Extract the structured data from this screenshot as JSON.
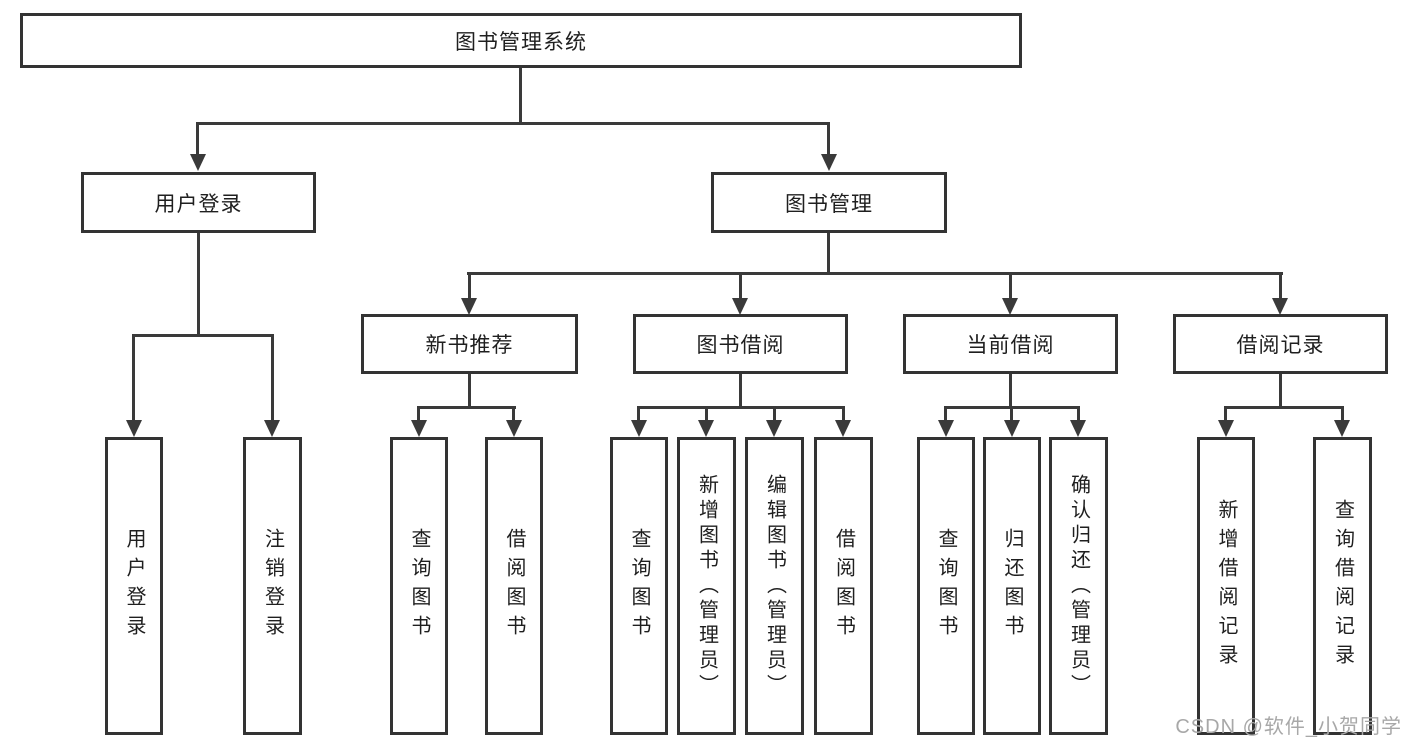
{
  "diagram": {
    "title": "图书管理系统",
    "branches": {
      "user_login": {
        "label": "用户登录",
        "children": [
          {
            "label": "用户登录"
          },
          {
            "label": "注销登录"
          }
        ]
      },
      "book_management": {
        "label": "图书管理",
        "sections": [
          {
            "label": "新书推荐",
            "children": [
              {
                "label": "查询图书"
              },
              {
                "label": "借阅图书"
              }
            ]
          },
          {
            "label": "图书借阅",
            "children": [
              {
                "label": "查询图书"
              },
              {
                "label": "新增图书（管理员）"
              },
              {
                "label": "编辑图书（管理员）"
              },
              {
                "label": "借阅图书"
              }
            ]
          },
          {
            "label": "当前借阅",
            "children": [
              {
                "label": "查询图书"
              },
              {
                "label": "归还图书"
              },
              {
                "label": "确认归还（管理员）"
              }
            ]
          },
          {
            "label": "借阅记录",
            "children": [
              {
                "label": "新增借阅记录"
              },
              {
                "label": "查询借阅记录"
              }
            ]
          }
        ]
      }
    },
    "watermark": "CSDN @软件_小贺同学",
    "colors": {
      "line": "#3a3a3a",
      "border": "#333333",
      "text": "#1f1f1f",
      "watermark": "#a8a8a8",
      "background": "#ffffff"
    }
  }
}
